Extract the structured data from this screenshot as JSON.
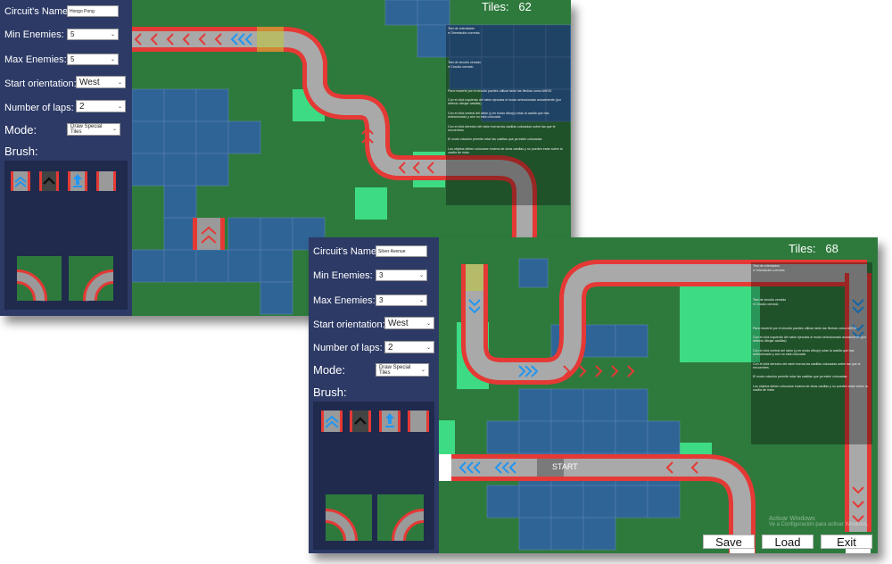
{
  "windows": [
    {
      "circuit_name_label": "Circuit's Name:",
      "circuit_name_value": "Hongo Pong",
      "min_enemies_label": "Min Enemies:",
      "min_enemies_value": "5",
      "max_enemies_label": "Max Enemies:",
      "max_enemies_value": "5",
      "start_orientation_label": "Start orientation:",
      "start_orientation_value": "West",
      "laps_label": "Number of laps:",
      "laps_value": "2",
      "mode_label": "Mode:",
      "mode_value": "Draw Special Tiles",
      "brush_label": "Brush:",
      "tiles_label": "Tiles:",
      "tiles_count": "62",
      "info": {
        "test_orientation_title": "Test de orientación",
        "orientation_option": "Orientación correcta",
        "test_circuit_title": "Test de circuito cerrado",
        "circuit_option": "Circuito cerrado",
        "paragraphs": [
          "Para moverte por el circuito puedes utilizar tanto las flechas como AWSD",
          "Con el click izquierdo del ratón ejecutas el modo seleccionado actualmente (por defecto dibujar casillas)",
          "Con el click central del ratón (y en modo dibujo) rotas la casilla que has seleccionado y aún no está colocada",
          "Con el click derecho del ratón borras las casillas colocadas sobre las que te encuentres",
          "El modo rotación permite rotar las casillas que ya estén colocadas",
          "Los objetos deben colocarse encima de otras casillas y no pueden estar sobre la casilla de inicio"
        ]
      }
    },
    {
      "circuit_name_label": "Circuit's Name:",
      "circuit_name_value": "Silver Avenue",
      "min_enemies_label": "Min Enemies:",
      "min_enemies_value": "3",
      "max_enemies_label": "Max Enemies:",
      "max_enemies_value": "3",
      "start_orientation_label": "Start orientation:",
      "start_orientation_value": "West",
      "laps_label": "Number of laps:",
      "laps_value": "2",
      "mode_label": "Mode:",
      "mode_value": "Draw Special Tiles",
      "brush_label": "Brush:",
      "tiles_label": "Tiles:",
      "tiles_count": "68",
      "start_text": "START",
      "save_label": "Save",
      "load_label": "Load",
      "exit_label": "Exit",
      "watermark_title": "Activar Windows",
      "watermark_text": "Ve a Configuración para activar Windows.",
      "info": {
        "test_orientation_title": "Test de orientación",
        "orientation_option": "Orientación correcta",
        "test_circuit_title": "Test de circuito cerrado",
        "circuit_option": "Circuito cerrado",
        "paragraphs": [
          "Para moverte por el circuito puedes utilizar tanto las flechas como AWSD",
          "Con el click izquierdo del ratón ejecutas el modo seleccionado actualmente (por defecto dibujar casillas)",
          "Con el click central del ratón (y en modo dibujo) rotas la casilla que has seleccionado y aún no está colocada",
          "Con el click derecho del ratón borras las casillas colocadas sobre las que te encuentres",
          "El modo rotación permite rotar las casillas que ya estén colocadas",
          "Los objetos deben colocarse encima de otras casillas y no pueden estar sobre la casilla de inicio"
        ]
      }
    }
  ],
  "colors": {
    "panel": "#2d3a66",
    "palette_bg": "#1f2a4d",
    "grass": "#2e7a3d",
    "light_grass": "#3ddc84",
    "water": "#2f6496",
    "road": "#9a9a9a",
    "curb": "#e53935",
    "arrow_red": "#e53935",
    "arrow_blue": "#2196f3"
  }
}
